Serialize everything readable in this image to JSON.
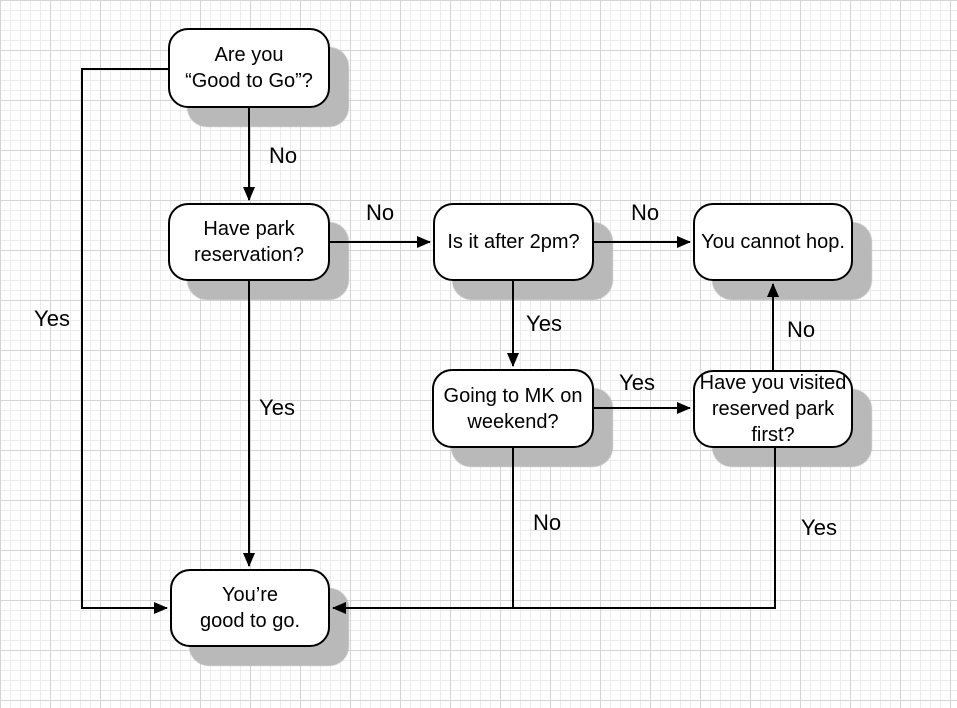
{
  "nodes": {
    "are_you_good_to_go": {
      "label": "Are you\n“Good to Go”?"
    },
    "have_park_reservation": {
      "label": "Have park\nreservation?"
    },
    "is_it_after_2pm": {
      "label": "Is it after 2pm?"
    },
    "you_cannot_hop": {
      "label": "You cannot hop."
    },
    "going_to_mk_weekend": {
      "label": "Going to MK on\nweekend?"
    },
    "visited_reserved_park_first": {
      "label": "Have you visited\nreserved park\nfirst?"
    },
    "youre_good_to_go": {
      "label": "You’re\ngood to go."
    }
  },
  "edges": {
    "good_to_go_no": {
      "label": "No",
      "from": "are_you_good_to_go",
      "to": "have_park_reservation"
    },
    "good_to_go_yes": {
      "label": "Yes",
      "from": "are_you_good_to_go",
      "to": "youre_good_to_go"
    },
    "park_reservation_no": {
      "label": "No",
      "from": "have_park_reservation",
      "to": "is_it_after_2pm"
    },
    "park_reservation_yes": {
      "label": "Yes",
      "from": "have_park_reservation",
      "to": "youre_good_to_go"
    },
    "after_2pm_no": {
      "label": "No",
      "from": "is_it_after_2pm",
      "to": "you_cannot_hop"
    },
    "after_2pm_yes": {
      "label": "Yes",
      "from": "is_it_after_2pm",
      "to": "going_to_mk_weekend"
    },
    "mk_weekend_yes": {
      "label": "Yes",
      "from": "going_to_mk_weekend",
      "to": "visited_reserved_park_first"
    },
    "mk_weekend_no": {
      "label": "No",
      "from": "going_to_mk_weekend",
      "to": "youre_good_to_go"
    },
    "visited_first_no": {
      "label": "No",
      "from": "visited_reserved_park_first",
      "to": "you_cannot_hop"
    },
    "visited_first_yes": {
      "label": "Yes",
      "from": "visited_reserved_park_first",
      "to": "youre_good_to_go"
    }
  },
  "colors": {
    "node_fill": "#ffffff",
    "node_border": "#000000",
    "node_shadow": "#b9b9b9",
    "connector": "#000000",
    "grid_minor": "#ececec",
    "grid_major": "#d4d4d4",
    "background": "#ffffff"
  }
}
